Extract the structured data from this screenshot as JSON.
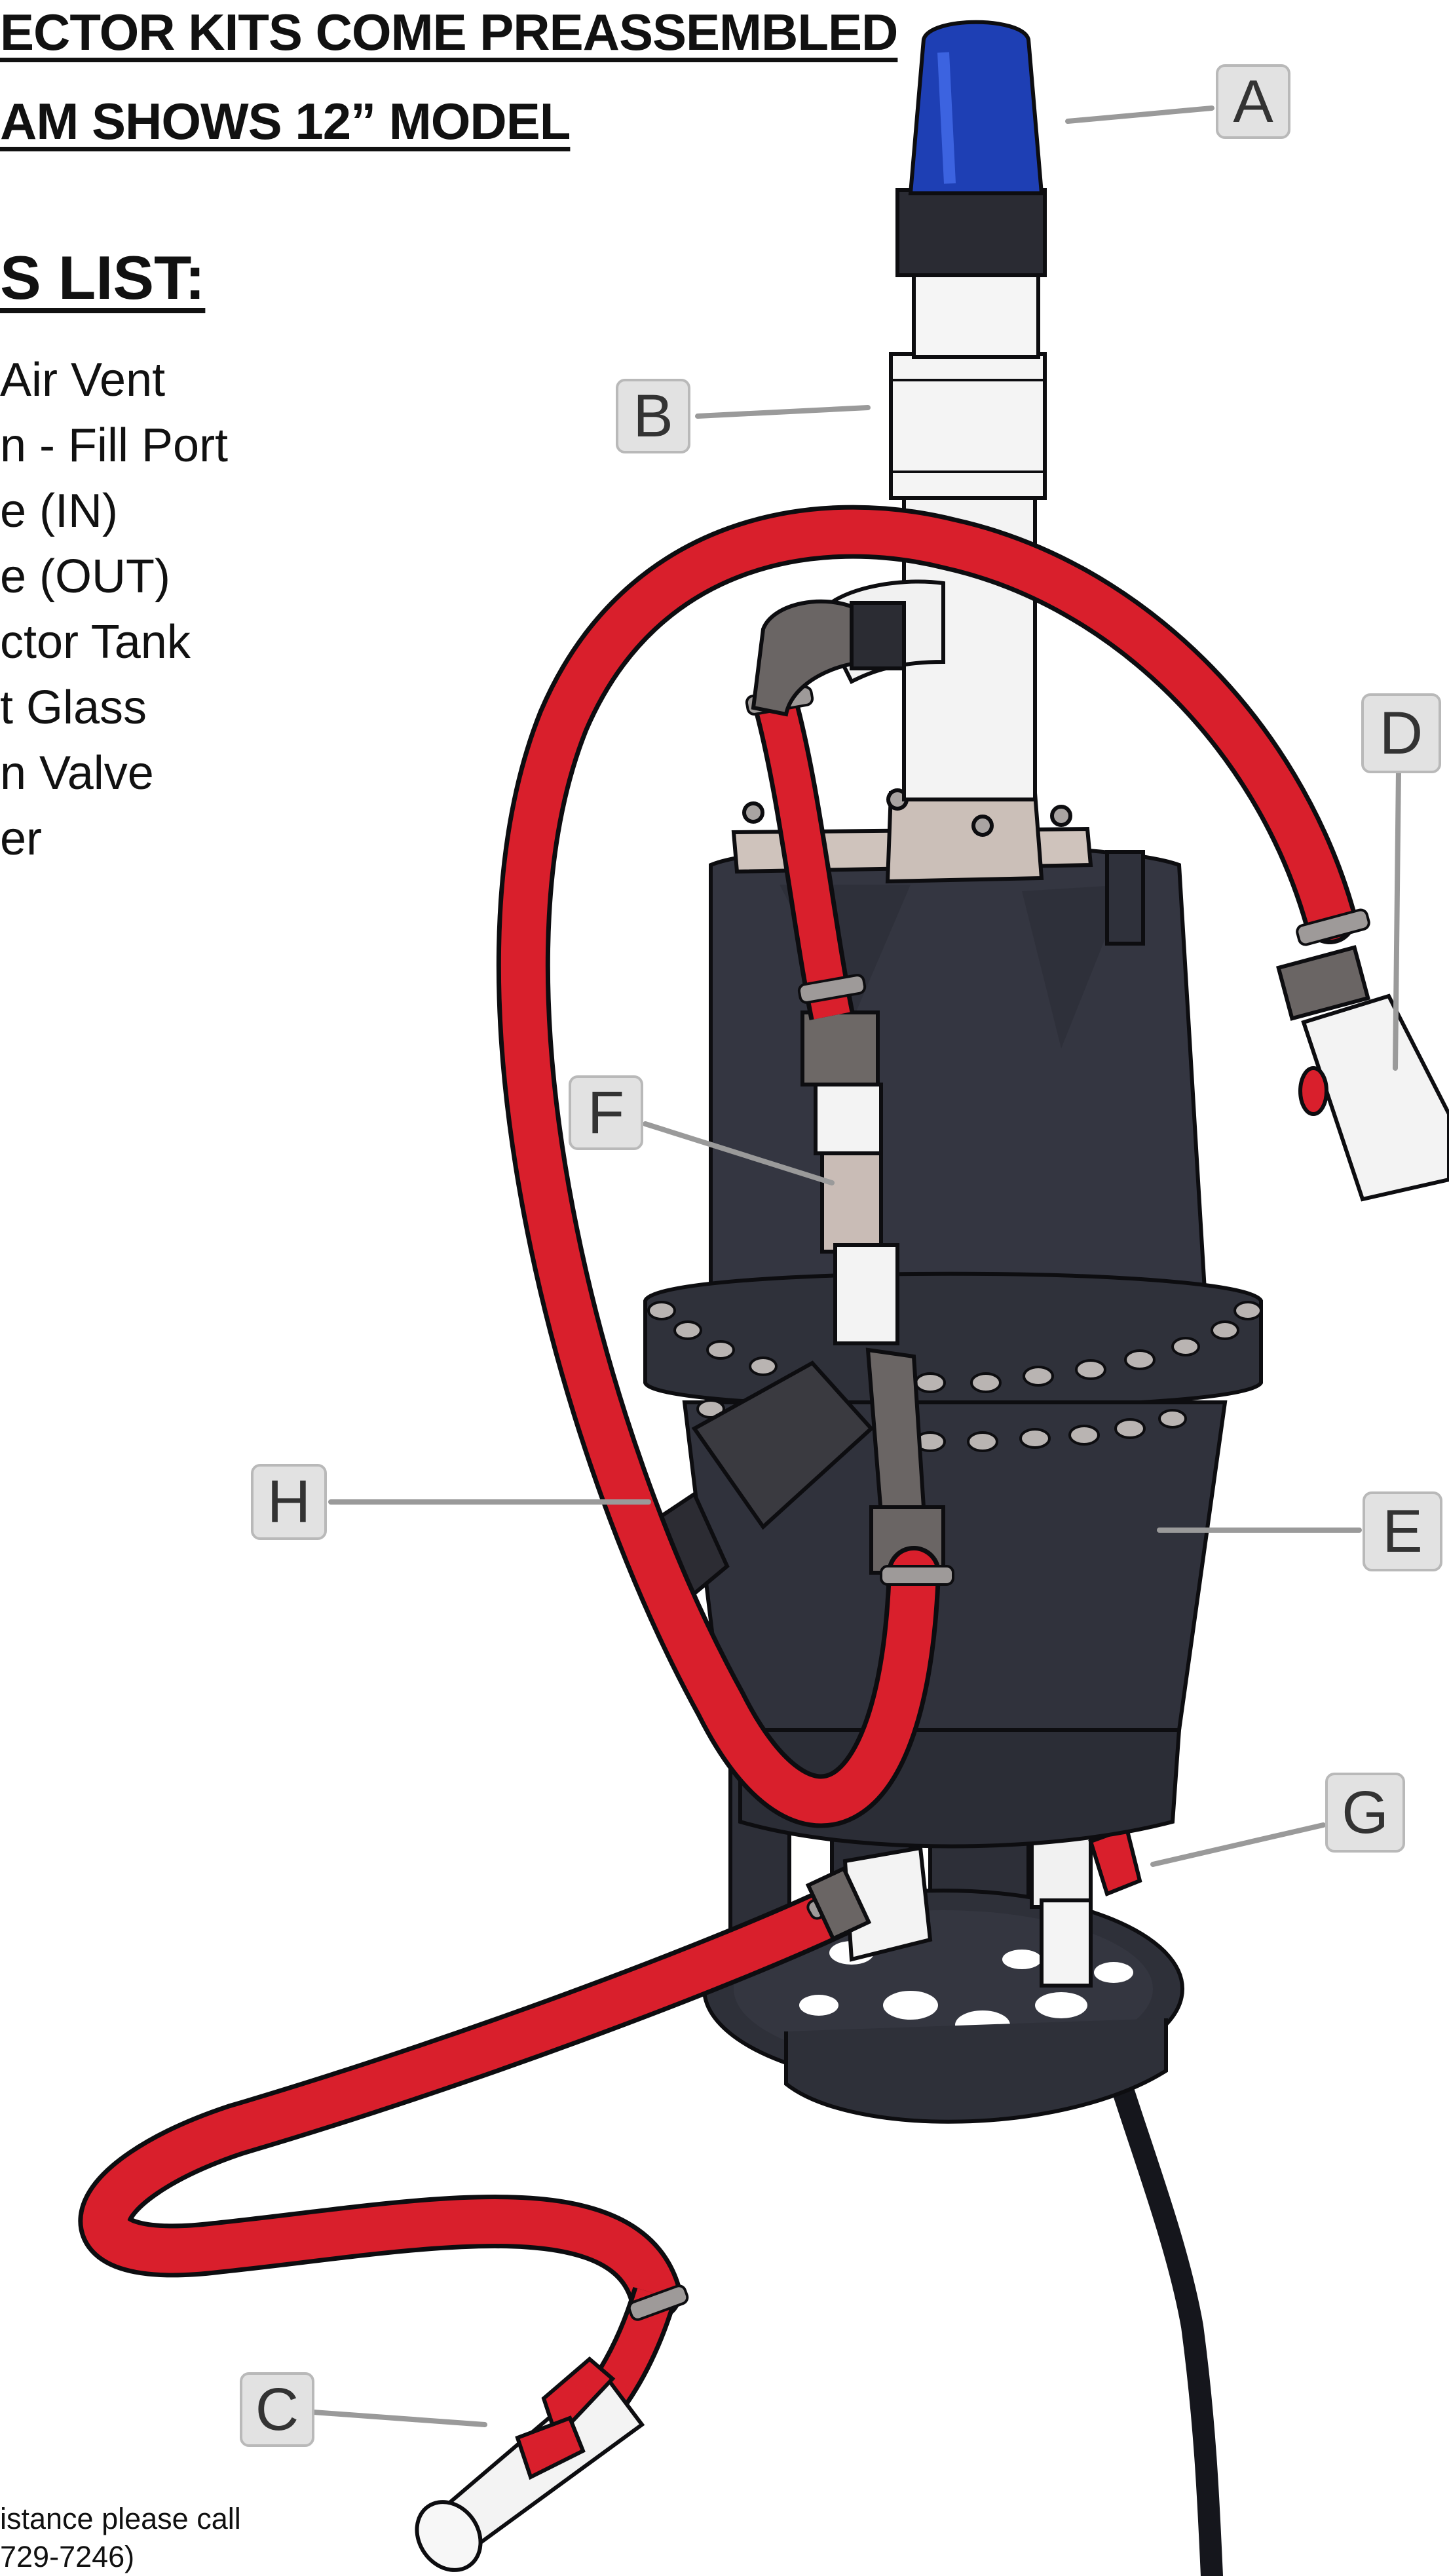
{
  "header": {
    "line1": "ECTOR KITS COME PREASSEMBLED",
    "line2": "AM SHOWS 12” MODEL"
  },
  "parts_list": {
    "title": "S LIST:",
    "items": [
      "Air Vent",
      "n - Fill Port",
      "e (IN)",
      "e (OUT)",
      "ctor Tank",
      "t Glass",
      "n Valve",
      "er"
    ]
  },
  "callouts": {
    "A": "A",
    "B": "B",
    "C": "C",
    "D": "D",
    "E": "E",
    "F": "F",
    "G": "G",
    "H": "H"
  },
  "footer": {
    "line1": "istance please call",
    "line2": "729-7246)"
  },
  "colors": {
    "hose": "#d91f2c",
    "tank": "#33353f",
    "air_vent_cap": "#1e3fb4",
    "pvc": "#f3f3f3",
    "plate": "#cfc3bc",
    "background": "#ffffff"
  }
}
